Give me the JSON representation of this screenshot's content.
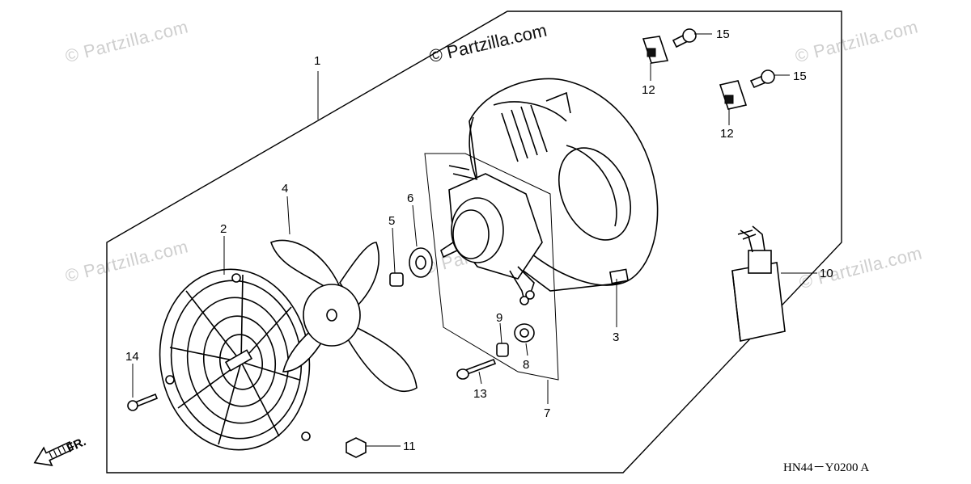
{
  "watermarks": {
    "main": "© Partzilla.com",
    "faint": "© Partzilla.com"
  },
  "callouts": {
    "n1": "1",
    "n2": "2",
    "n3": "3",
    "n4": "4",
    "n5": "5",
    "n6": "6",
    "n7": "7",
    "n8": "8",
    "n9": "9",
    "n10": "10",
    "n11": "11",
    "n12a": "12",
    "n12b": "12",
    "n13": "13",
    "n14": "14",
    "n15a": "15",
    "n15b": "15"
  },
  "front_label": "FR.",
  "diagram_code": "HN44－Y0200 A"
}
